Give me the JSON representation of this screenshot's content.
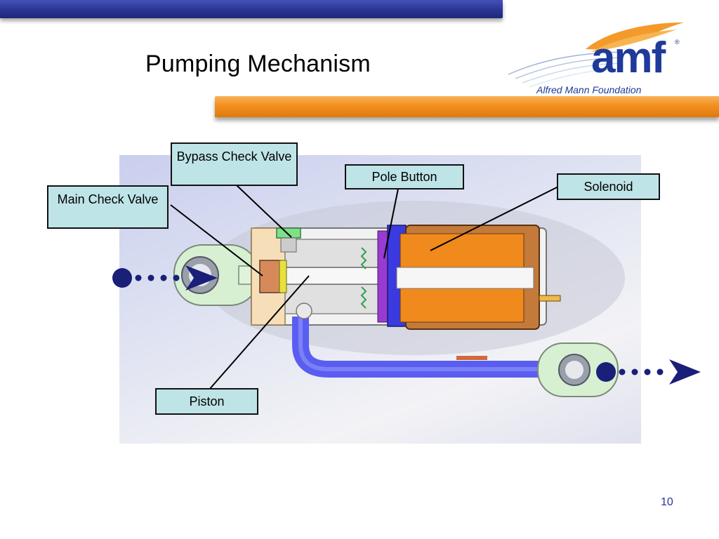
{
  "slide": {
    "title": "Pumping Mechanism",
    "page_number": "10"
  },
  "logo": {
    "mark": "amf",
    "registered": "®",
    "tagline": "Alfred Mann Foundation"
  },
  "callouts": {
    "bypass_check_valve": "Bypass Check Valve",
    "pole_button": "Pole Button",
    "solenoid": "Solenoid",
    "main_check_valve": "Main Check Valve",
    "piston": "Piston"
  },
  "colors": {
    "header_bar": "#2a3494",
    "accent_bar": "#f38f1e",
    "callout_fill": "#bfe4e7",
    "solenoid": "#f08a1c",
    "tube": "#5a5ef0",
    "flow_arrow": "#1a1f78"
  }
}
